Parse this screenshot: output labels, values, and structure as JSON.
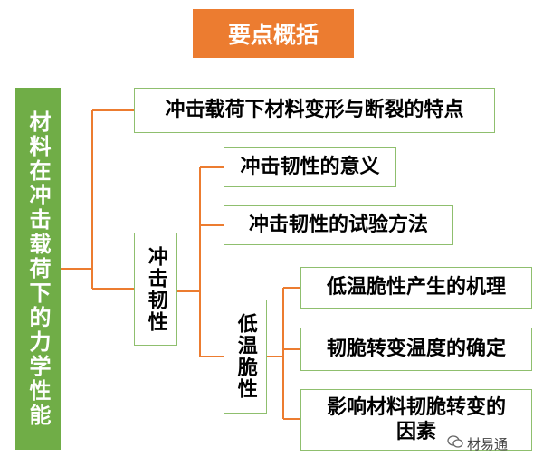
{
  "title": "要点概括",
  "root": "材料在冲击载荷下的力学性能",
  "branch1": "冲击载荷下材料变形与断裂的特点",
  "branch2": {
    "label": "冲击韧性",
    "children": {
      "meaning": "冲击韧性的意义",
      "test": "冲击韧性的试验方法"
    }
  },
  "branch3": {
    "label": "低温脆性",
    "children": {
      "mechanism": "低温脆性产生的机理",
      "transition": "韧脆转变温度的确定",
      "factors": "影响材料韧脆转变的因素"
    }
  },
  "watermark": "材易通",
  "colors": {
    "title_bg": "#ec7c30",
    "root_bg": "#70ad47",
    "connector": "#ec7c30",
    "box_border": "#8fbf6e"
  }
}
